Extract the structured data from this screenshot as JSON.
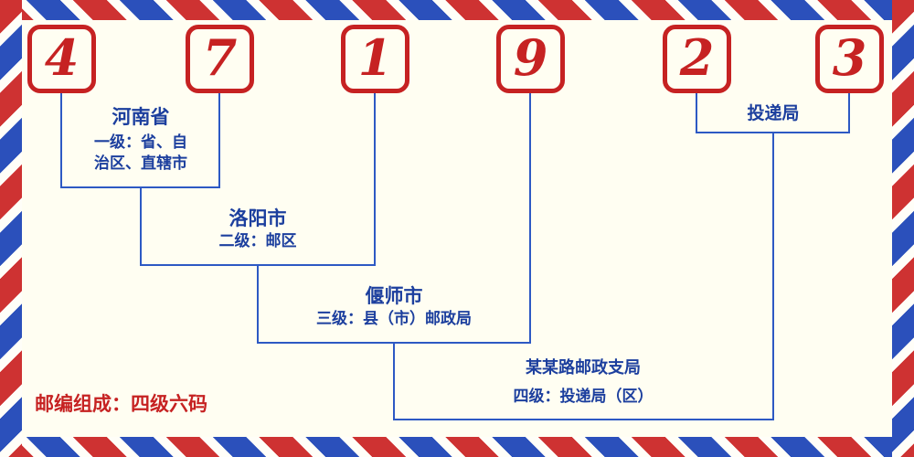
{
  "postal_code": {
    "digits": [
      "4",
      "7",
      "1",
      "9",
      "2",
      "3"
    ]
  },
  "levels": {
    "level1": {
      "name": "河南省",
      "desc_line1": "一级：省、自",
      "desc_line2": "治区、直辖市"
    },
    "level2": {
      "name": "洛阳市",
      "desc": "二级：邮区"
    },
    "level3": {
      "name": "偃师市",
      "desc": "三级：县（市）邮政局"
    },
    "level4": {
      "name": "某某路邮政支局",
      "desc": "四级：投递局（区）"
    },
    "delivery_office": {
      "name": "投递局"
    }
  },
  "footer": {
    "note": "邮编组成：四级六码"
  },
  "colors": {
    "digit_red": "#c62222",
    "note_red": "#c62222",
    "label_blue": "#1c3f9e",
    "line_blue": "#2d59c4",
    "stripe_red": "#ce3232",
    "stripe_blue": "#2b50bb",
    "background_cream": "#fffef2"
  }
}
